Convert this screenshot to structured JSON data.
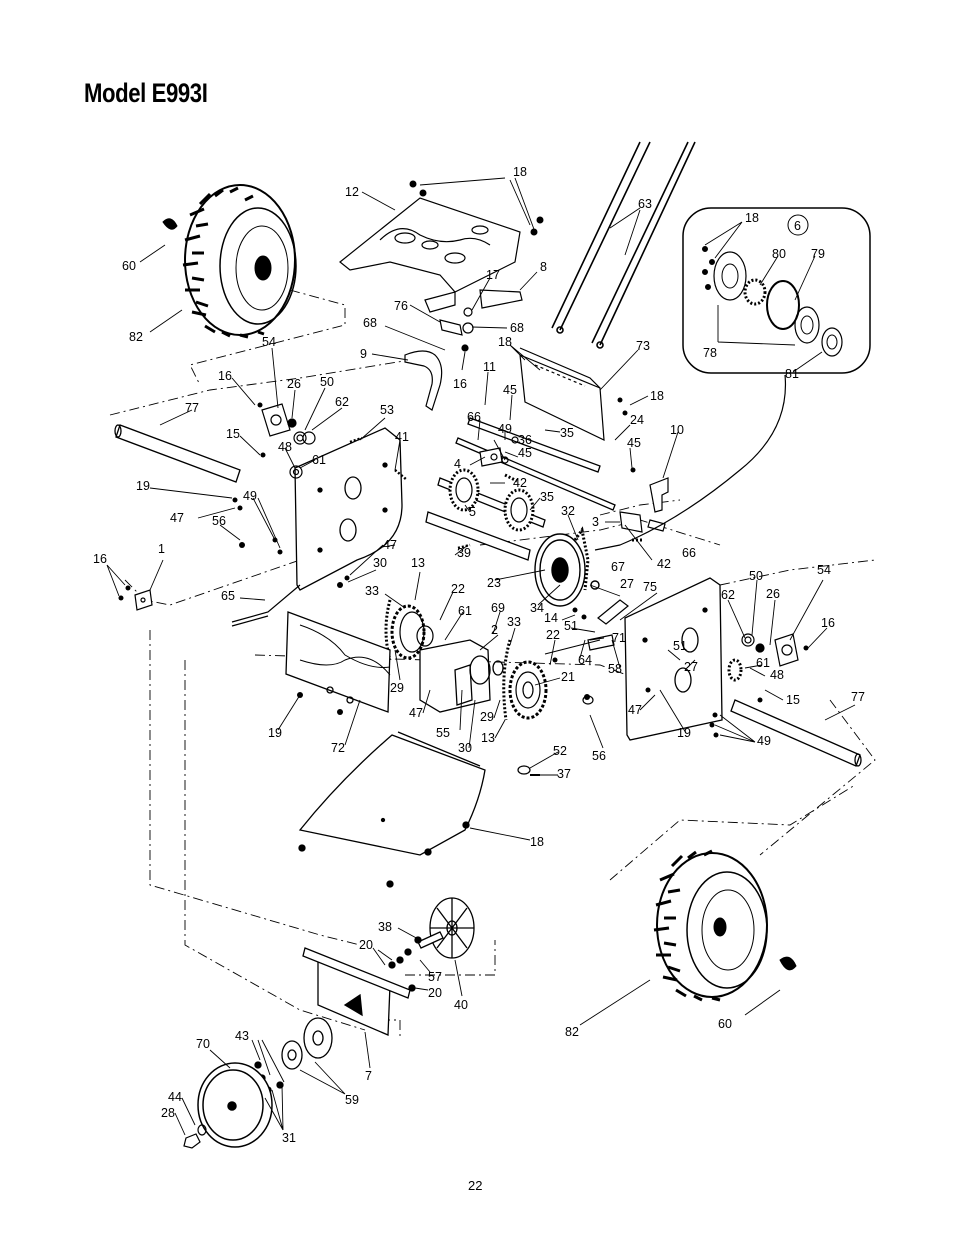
{
  "title": "Model E993I",
  "page_number": "22",
  "inset_callout": "6",
  "callouts": [
    {
      "id": "c1",
      "text": "18"
    },
    {
      "id": "c2",
      "text": "12"
    },
    {
      "id": "c3",
      "text": "63"
    },
    {
      "id": "c4",
      "text": "60"
    },
    {
      "id": "c5",
      "text": "8"
    },
    {
      "id": "c6",
      "text": "17"
    },
    {
      "id": "c7",
      "text": "76"
    },
    {
      "id": "c8",
      "text": "68"
    },
    {
      "id": "c9",
      "text": "68"
    },
    {
      "id": "c10",
      "text": "82"
    },
    {
      "id": "c11",
      "text": "9"
    },
    {
      "id": "c12",
      "text": "16"
    },
    {
      "id": "c13",
      "text": "54"
    },
    {
      "id": "c14",
      "text": "18"
    },
    {
      "id": "c15",
      "text": "73"
    },
    {
      "id": "c16",
      "text": "16"
    },
    {
      "id": "c17",
      "text": "26"
    },
    {
      "id": "c18",
      "text": "50"
    },
    {
      "id": "c19",
      "text": "11"
    },
    {
      "id": "c20",
      "text": "45"
    },
    {
      "id": "c21",
      "text": "18"
    },
    {
      "id": "c22",
      "text": "77"
    },
    {
      "id": "c23",
      "text": "62"
    },
    {
      "id": "c24",
      "text": "53"
    },
    {
      "id": "c25",
      "text": "66"
    },
    {
      "id": "c26",
      "text": "24"
    },
    {
      "id": "c27",
      "text": "15"
    },
    {
      "id": "c28",
      "text": "41"
    },
    {
      "id": "c29",
      "text": "35"
    },
    {
      "id": "c30",
      "text": "49"
    },
    {
      "id": "c31",
      "text": "36"
    },
    {
      "id": "c32",
      "text": "10"
    },
    {
      "id": "c33",
      "text": "48"
    },
    {
      "id": "c34",
      "text": "45"
    },
    {
      "id": "c35",
      "text": "45"
    },
    {
      "id": "c36",
      "text": "61"
    },
    {
      "id": "c37",
      "text": "4"
    },
    {
      "id": "c38",
      "text": "42"
    },
    {
      "id": "c39",
      "text": "19"
    },
    {
      "id": "c40",
      "text": "35"
    },
    {
      "id": "c41",
      "text": "49"
    },
    {
      "id": "c42",
      "text": "5"
    },
    {
      "id": "c43",
      "text": "47"
    },
    {
      "id": "c44",
      "text": "32"
    },
    {
      "id": "c45",
      "text": "56"
    },
    {
      "id": "c46",
      "text": "3"
    },
    {
      "id": "c47",
      "text": "47"
    },
    {
      "id": "c48",
      "text": "1"
    },
    {
      "id": "c49",
      "text": "39"
    },
    {
      "id": "c50",
      "text": "42"
    },
    {
      "id": "c51",
      "text": "66"
    },
    {
      "id": "c52",
      "text": "16"
    },
    {
      "id": "c53",
      "text": "30"
    },
    {
      "id": "c54",
      "text": "13"
    },
    {
      "id": "c55",
      "text": "67"
    },
    {
      "id": "c56",
      "text": "23"
    },
    {
      "id": "c57",
      "text": "54"
    },
    {
      "id": "c58",
      "text": "33"
    },
    {
      "id": "c59",
      "text": "22"
    },
    {
      "id": "c60",
      "text": "27"
    },
    {
      "id": "c61",
      "text": "75"
    },
    {
      "id": "c62",
      "text": "50"
    },
    {
      "id": "c63",
      "text": "65"
    },
    {
      "id": "c64",
      "text": "61"
    },
    {
      "id": "c65",
      "text": "34"
    },
    {
      "id": "c66",
      "text": "69"
    },
    {
      "id": "c67",
      "text": "14"
    },
    {
      "id": "c68",
      "text": "62"
    },
    {
      "id": "c69",
      "text": "26"
    },
    {
      "id": "c70",
      "text": "33"
    },
    {
      "id": "c71",
      "text": "2"
    },
    {
      "id": "c72",
      "text": "51"
    },
    {
      "id": "c73",
      "text": "16"
    },
    {
      "id": "c74",
      "text": "22"
    },
    {
      "id": "c75",
      "text": "71"
    },
    {
      "id": "c76",
      "text": "51"
    },
    {
      "id": "c77",
      "text": "64"
    },
    {
      "id": "c78",
      "text": "29"
    },
    {
      "id": "c79",
      "text": "61"
    },
    {
      "id": "c80",
      "text": "58"
    },
    {
      "id": "c81",
      "text": "27"
    },
    {
      "id": "c82",
      "text": "48"
    },
    {
      "id": "c83",
      "text": "21"
    },
    {
      "id": "c84",
      "text": "15"
    },
    {
      "id": "c85",
      "text": "47"
    },
    {
      "id": "c86",
      "text": "77"
    },
    {
      "id": "c87",
      "text": "47"
    },
    {
      "id": "c88",
      "text": "55"
    },
    {
      "id": "c89",
      "text": "29"
    },
    {
      "id": "c90",
      "text": "19"
    },
    {
      "id": "c91",
      "text": "19"
    },
    {
      "id": "c92",
      "text": "49"
    },
    {
      "id": "c93",
      "text": "13"
    },
    {
      "id": "c94",
      "text": "72"
    },
    {
      "id": "c95",
      "text": "30"
    },
    {
      "id": "c96",
      "text": "56"
    },
    {
      "id": "c97",
      "text": "52"
    },
    {
      "id": "c98",
      "text": "37"
    },
    {
      "id": "c99",
      "text": "18"
    },
    {
      "id": "c100",
      "text": "38"
    },
    {
      "id": "c101",
      "text": "20"
    },
    {
      "id": "c102",
      "text": "57"
    },
    {
      "id": "c103",
      "text": "20"
    },
    {
      "id": "c104",
      "text": "40"
    },
    {
      "id": "c105",
      "text": "82"
    },
    {
      "id": "c106",
      "text": "60"
    },
    {
      "id": "c107",
      "text": "70"
    },
    {
      "id": "c108",
      "text": "43"
    },
    {
      "id": "c109",
      "text": "7"
    },
    {
      "id": "c110",
      "text": "44"
    },
    {
      "id": "c111",
      "text": "59"
    },
    {
      "id": "c112",
      "text": "28"
    },
    {
      "id": "c113",
      "text": "31"
    },
    {
      "id": "i1",
      "text": "18"
    },
    {
      "id": "i2",
      "text": "80"
    },
    {
      "id": "i3",
      "text": "79"
    },
    {
      "id": "i4",
      "text": "78"
    },
    {
      "id": "i5",
      "text": "81"
    }
  ]
}
